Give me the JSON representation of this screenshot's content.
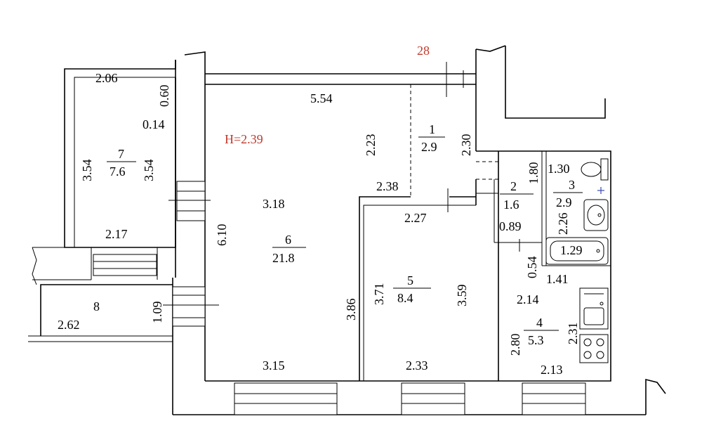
{
  "header": {
    "sheet_number": "28",
    "ceiling_height": "H=2.39"
  },
  "rooms": [
    {
      "id": "1",
      "number": "1",
      "area": "2.9"
    },
    {
      "id": "2",
      "number": "2",
      "area": "1.6"
    },
    {
      "id": "3",
      "number": "3",
      "area": "2.9"
    },
    {
      "id": "4",
      "number": "4",
      "area": "5.3"
    },
    {
      "id": "5",
      "number": "5",
      "area": "8.4"
    },
    {
      "id": "6",
      "number": "6",
      "area": "21.8"
    },
    {
      "id": "7",
      "number": "7",
      "area": "7.6"
    },
    {
      "id": "8",
      "number": "8"
    }
  ],
  "dimensions": {
    "room7_top": "2.06",
    "room7_notch_v": "0.60",
    "room7_notch_h": "0.14",
    "room7_left": "3.54",
    "room7_right": "3.54",
    "room7_bottom": "2.17",
    "room6_top": "5.54",
    "room6_left": "6.10",
    "room6_mid": "3.18",
    "room6_bottom": "3.15",
    "room6_inner_v": "2.23",
    "room6_step": "2.38",
    "room6_right": "3.86",
    "room1_right": "2.30",
    "room5_top": "2.27",
    "room5_left": "3.71",
    "room5_right": "3.59",
    "room5_bottom": "2.33",
    "room8_width": "2.62",
    "room8_depth": "1.09",
    "room2_top": "1.80",
    "room2_side": "0.89",
    "room2_low": "0.54",
    "room3_top": "1.30",
    "room3_side": "2.26",
    "bathtub": "1.29",
    "room4_top": "1.41",
    "room4_mid": "2.14",
    "room4_left": "2.80",
    "room4_right": "2.31",
    "room4_bottom": "2.13"
  }
}
